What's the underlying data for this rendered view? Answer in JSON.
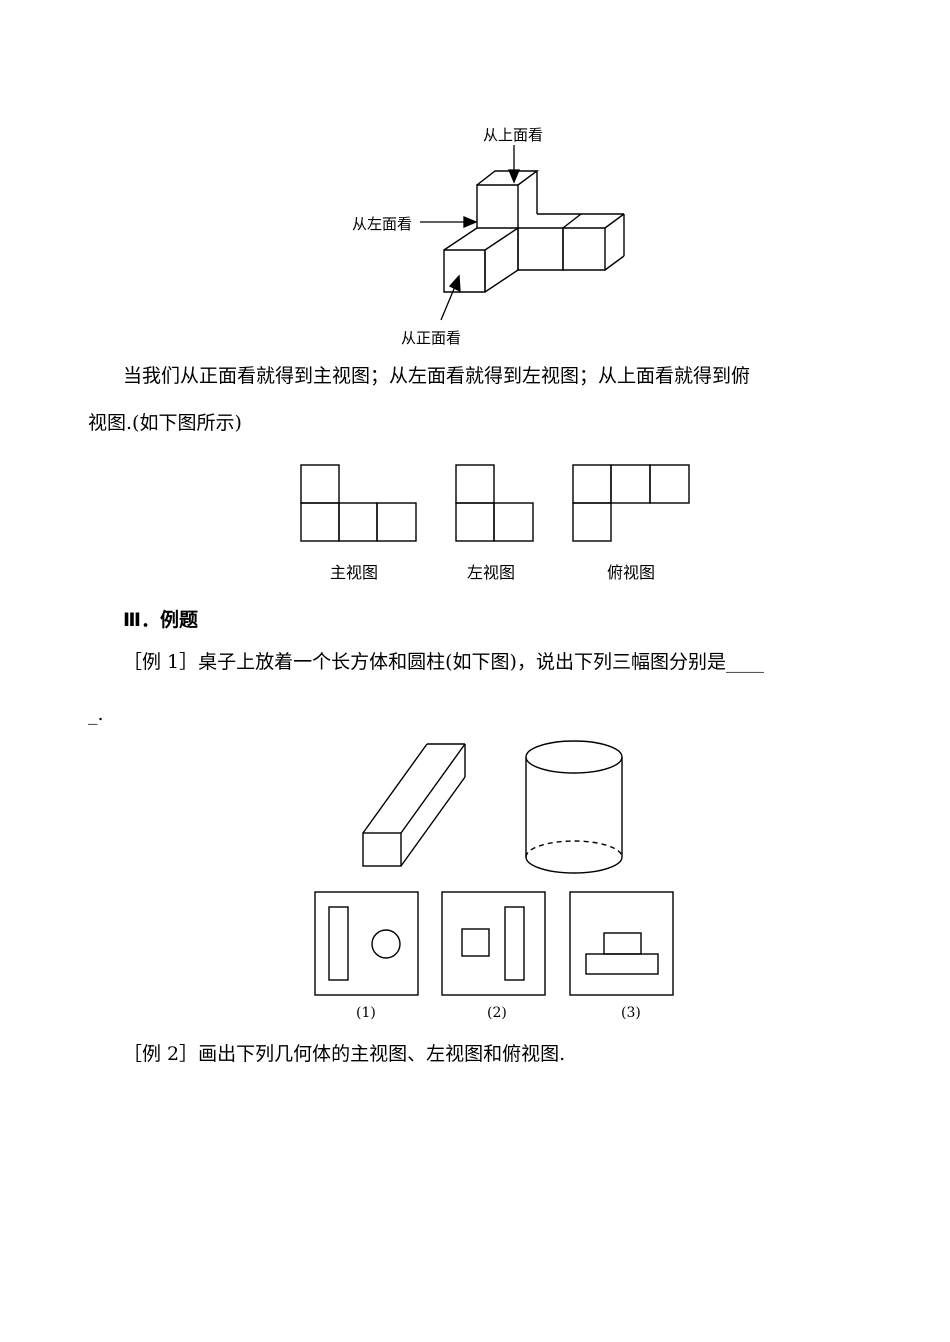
{
  "figure1": {
    "label_top": "从上面看",
    "label_left": "从左面看",
    "label_front": "从正面看"
  },
  "paragraph1": {
    "line1": "当我们从正面看就得到主视图；从左面看就得到左视图；从上面看就得到俯",
    "line2": "视图.(如下图所示)"
  },
  "views": {
    "front": "主视图",
    "left": "左视图",
    "top": "俯视图"
  },
  "section_heading": "Ⅲ．例题",
  "example1": {
    "line1": "［例 1］桌子上放着一个长方体和圆柱(如下图)，说出下列三幅图分别是____",
    "line2": "_."
  },
  "example1_captions": [
    "(1)",
    "(2)",
    "(3)"
  ],
  "example2": "［例 2］画出下列几何体的主视图、左视图和俯视图."
}
